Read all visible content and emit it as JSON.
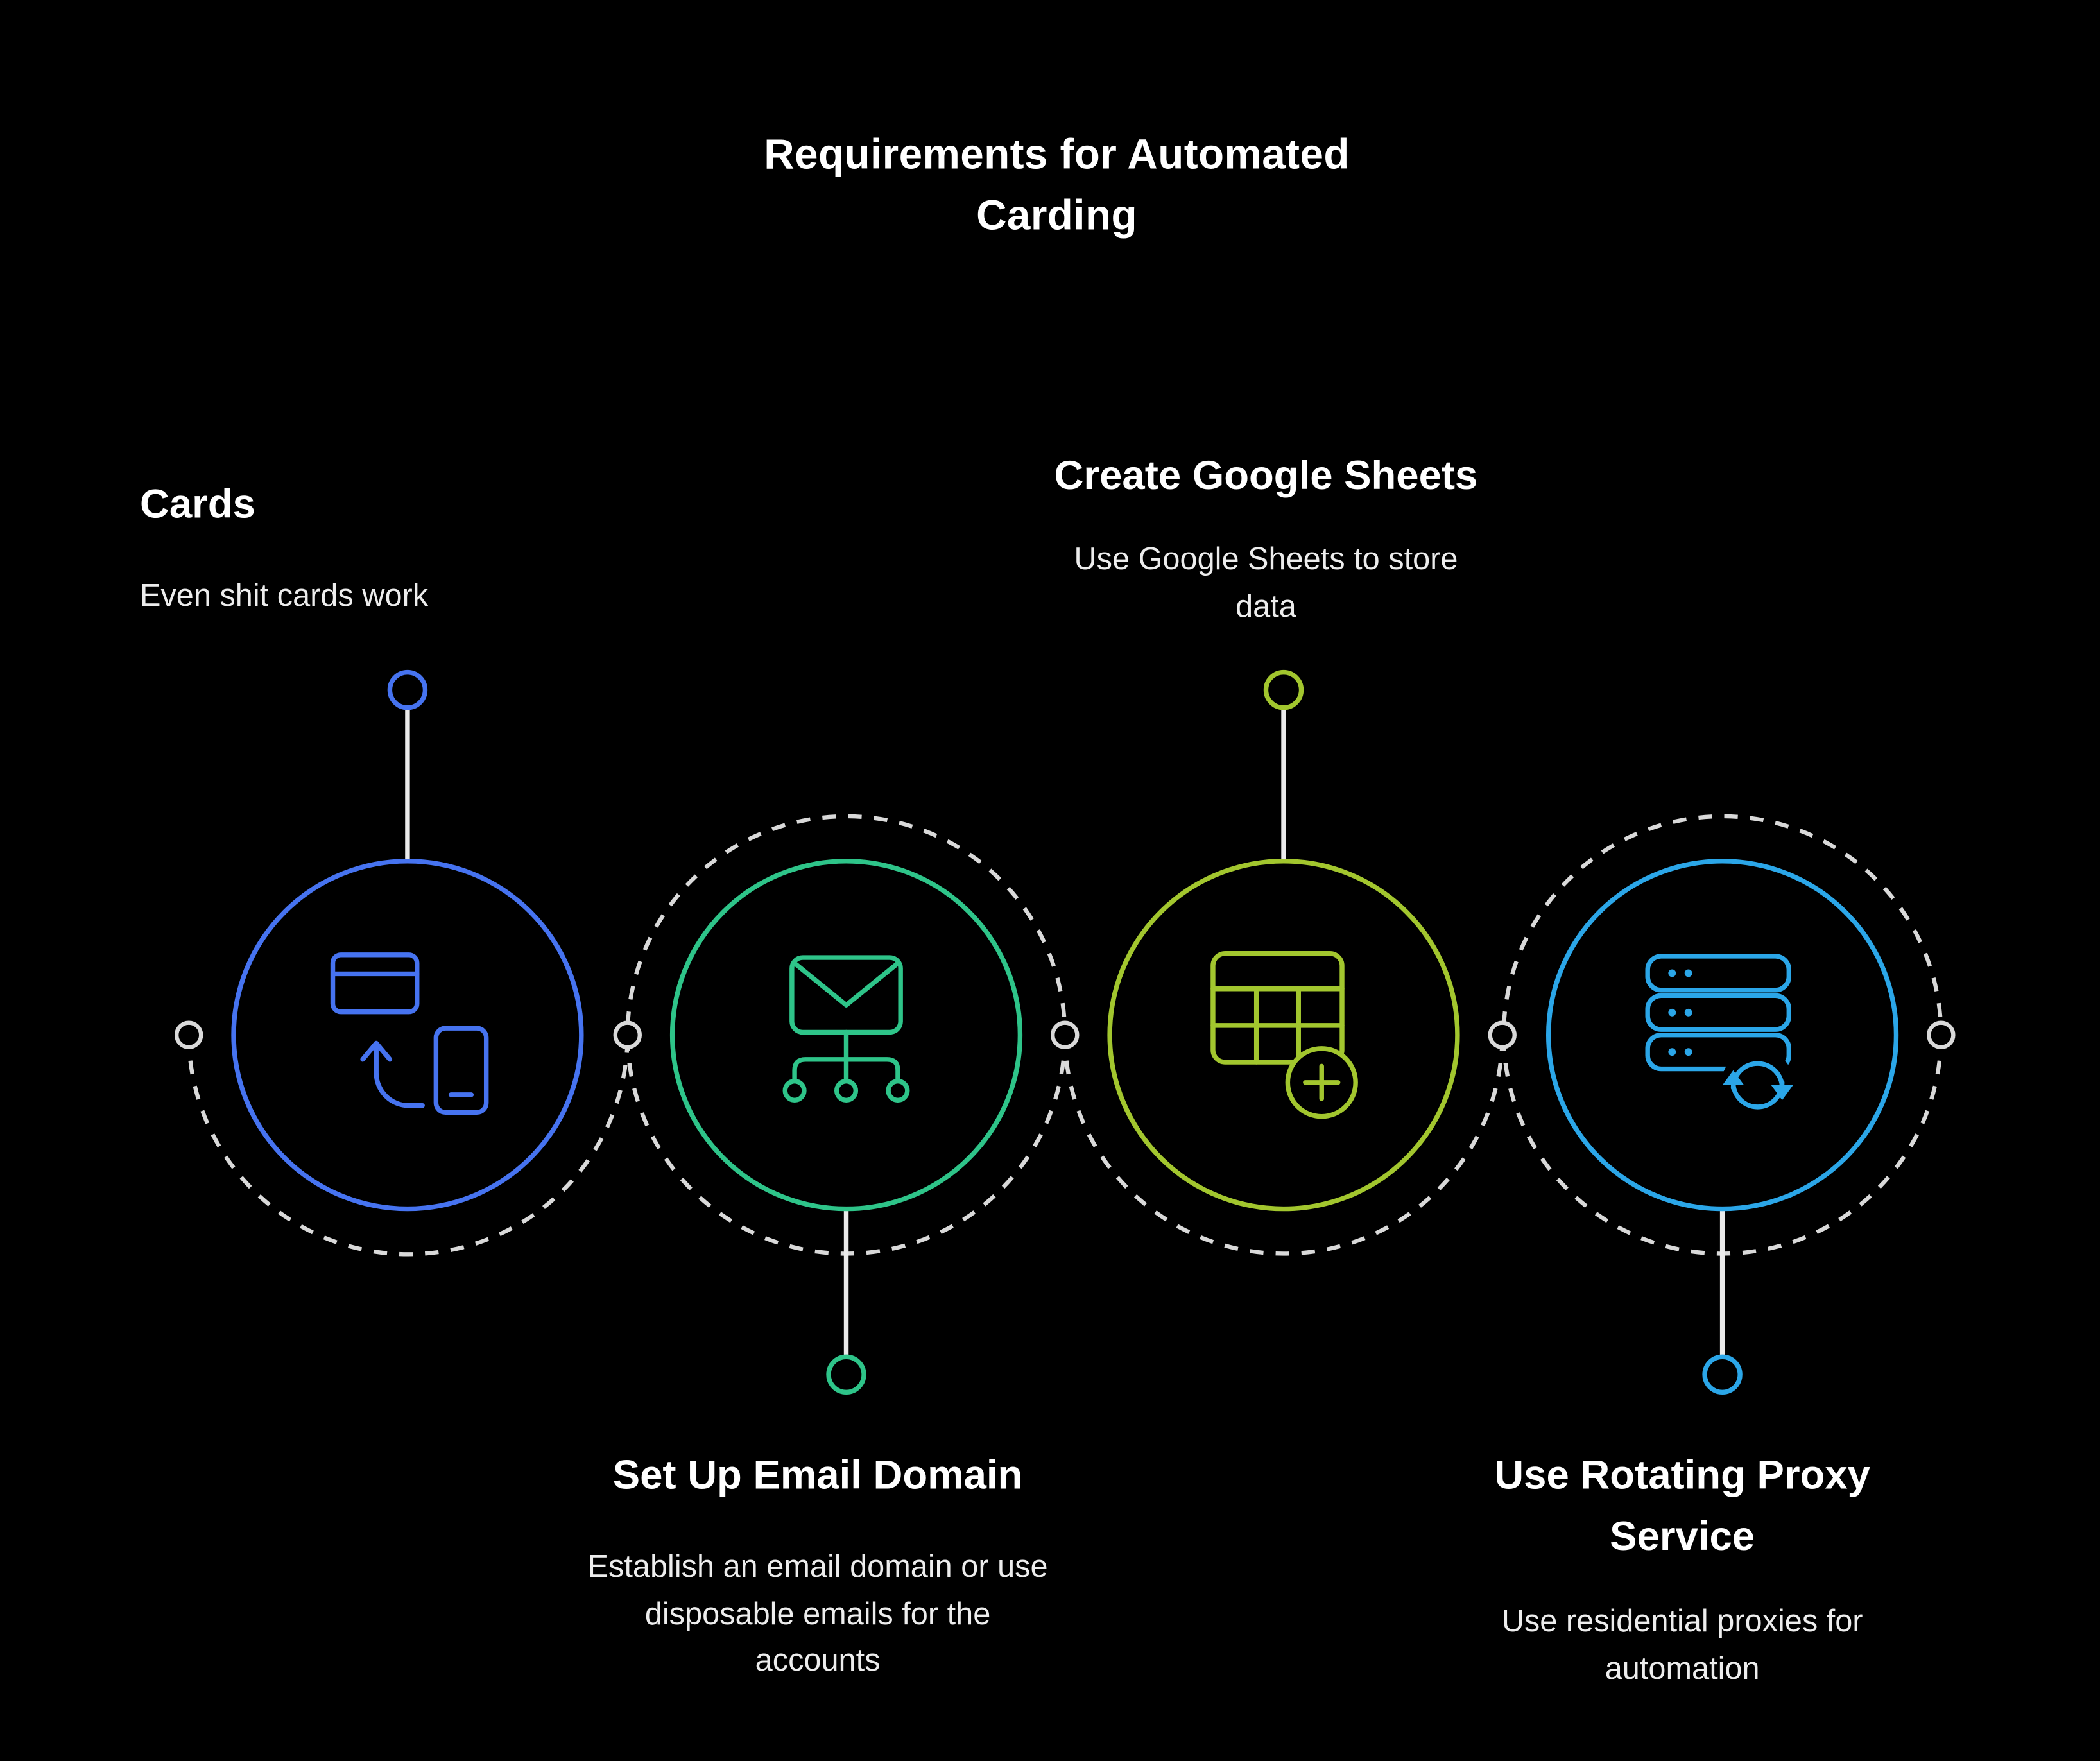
{
  "title": "Requirements for Automated Carding",
  "colors": {
    "background": "#000000",
    "dash": "#d9d9d9",
    "stem": "#ebebeb",
    "heading_text": "#ffffff",
    "body_text": "#ededed"
  },
  "steps": [
    {
      "heading": "Cards",
      "description": "Even shit cards work",
      "color": "#4673f0",
      "icon": "card-transfer-icon"
    },
    {
      "heading": "Set Up Email Domain",
      "description": "Establish an email domain or use disposable emails for the accounts",
      "color": "#2ec489",
      "icon": "email-domain-icon"
    },
    {
      "heading": "Create Google Sheets",
      "description": "Use Google Sheets to store data",
      "color": "#a2c62e",
      "icon": "spreadsheet-add-icon"
    },
    {
      "heading": "Use Rotating Proxy Service",
      "description": "Use residential proxies for automation",
      "color": "#2ba6e8",
      "icon": "server-rotate-icon"
    }
  ]
}
